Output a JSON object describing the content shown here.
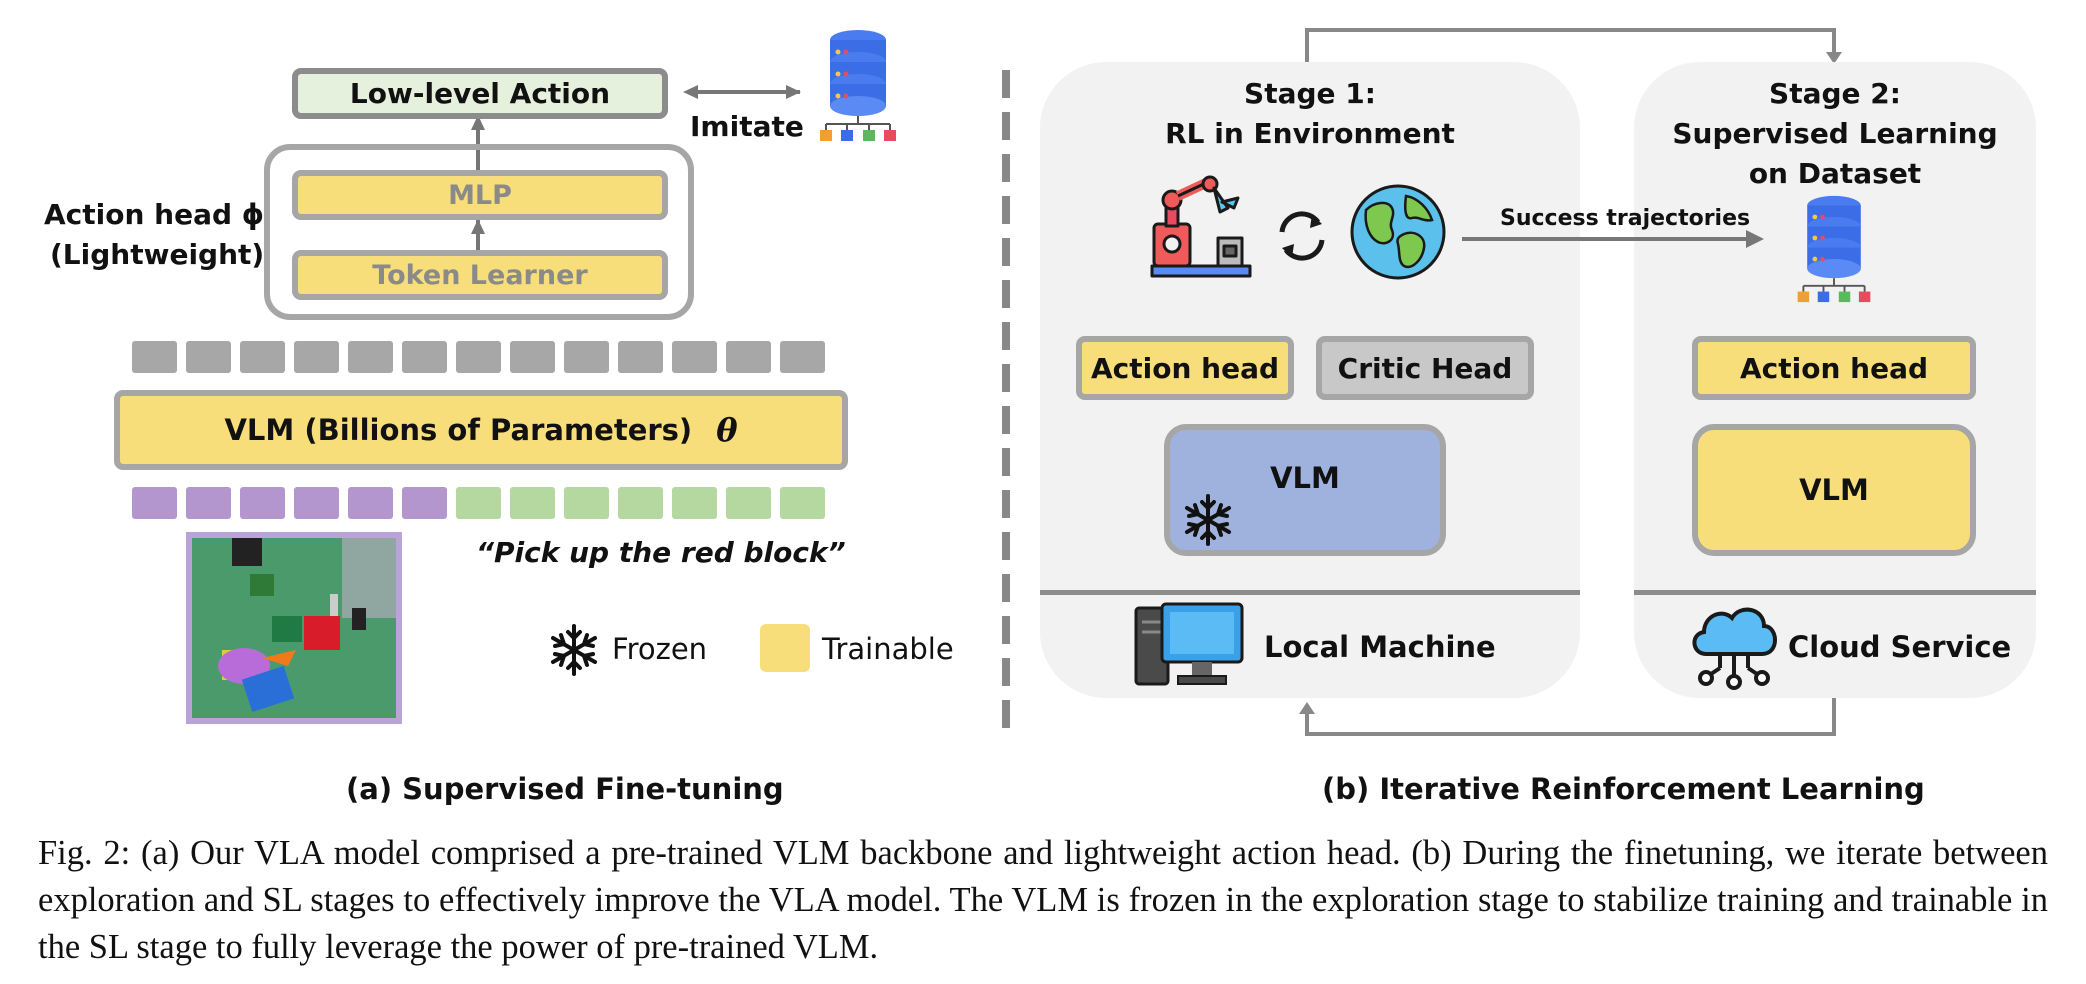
{
  "left": {
    "low_level_action": "Low-level Action",
    "imitate": "Imitate",
    "mlp": "MLP",
    "token_learner": "Token Learner",
    "action_head_label": "Action head ϕ",
    "lightweight_label": "(Lightweight)",
    "vlm_label": "VLM (Billions of Parameters)",
    "theta": "θ",
    "instruction": "“Pick up the red block”",
    "legend_frozen": "Frozen",
    "legend_trainable": "Trainable",
    "subcaption": "(a) Supervised Fine-tuning"
  },
  "right": {
    "stage1_title_line1": "Stage 1:",
    "stage1_title_line2": "RL in Environment",
    "stage2_title_line1": "Stage 2:",
    "stage2_title_line2": "Supervised Learning",
    "stage2_title_line3": "on Dataset",
    "success_trajectories": "Success trajectories",
    "action_head_1": "Action head",
    "critic_head": "Critic Head",
    "vlm_1": "VLM",
    "action_head_2": "Action head",
    "vlm_2": "VLM",
    "local_machine": "Local Machine",
    "cloud_service": "Cloud Service",
    "subcaption": "(b) Iterative Reinforcement Learning"
  },
  "caption": "Fig. 2: (a) Our VLA model comprised a pre-trained VLM backbone and lightweight action head. (b) During the finetuning, we iterate between exploration and SL stages to effectively improve the VLA model. The VLM is frozen in the exploration stage to stabilize training and trainable in the SL stage to fully leverage the power of pre-trained VLM.",
  "colors": {
    "trainable": "#f7de7a",
    "frozen_vlm": "#9fb2dd",
    "action_output": "#e5f1dc",
    "vision_tokens": "#b496cf",
    "text_tokens": "#b5d7a0",
    "hidden_tokens": "#a7a7a7",
    "panel": "#f2f2f2"
  },
  "icons": [
    "database-icon",
    "robot-arm-icon",
    "refresh-cycle-icon",
    "globe-icon",
    "snowflake-icon",
    "computer-icon",
    "cloud-network-icon"
  ]
}
